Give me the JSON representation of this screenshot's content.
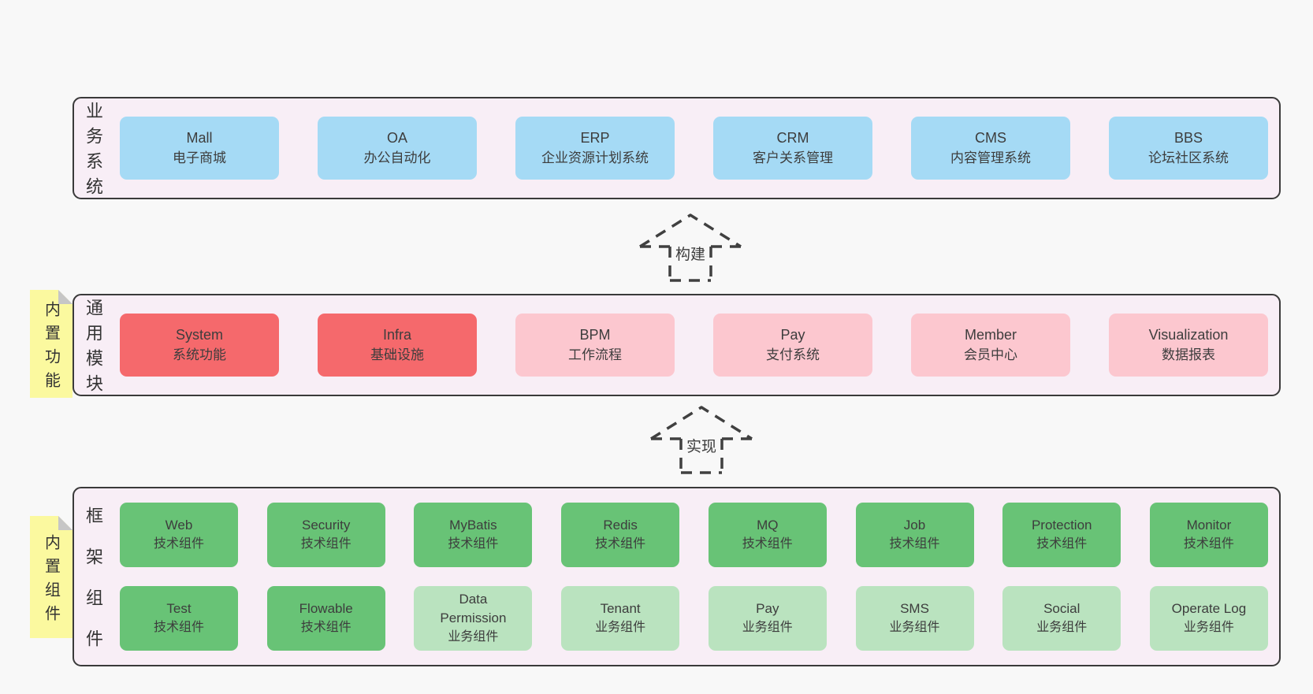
{
  "palette": {
    "page_bg": "#f8f8f8",
    "panel_bg": "#f8eef6",
    "panel_border": "#3a3a3a",
    "blue_box": "#a5daf5",
    "red_box": "#f5696c",
    "pink_box": "#fcc7cf",
    "green_box": "#68c376",
    "light_green_box": "#bae3bf",
    "sticky_note_yellow": "#fbf99f",
    "sticky_fold_gray": "#c6c6c6",
    "text": "#3d3d3d"
  },
  "arrows": {
    "build": {
      "label": "构建"
    },
    "implement": {
      "label": "实现"
    }
  },
  "business": {
    "label": "业务系统",
    "boxes": [
      {
        "title": "Mall",
        "subtitle": "电子商城",
        "variant": "blue"
      },
      {
        "title": "OA",
        "subtitle": "办公自动化",
        "variant": "blue"
      },
      {
        "title": "ERP",
        "subtitle": "企业资源计划系统",
        "variant": "blue"
      },
      {
        "title": "CRM",
        "subtitle": "客户关系管理",
        "variant": "blue"
      },
      {
        "title": "CMS",
        "subtitle": "内容管理系统",
        "variant": "blue"
      },
      {
        "title": "BBS",
        "subtitle": "论坛社区系统",
        "variant": "blue"
      }
    ]
  },
  "modules": {
    "label": "通用模块",
    "tab": "内置功能",
    "boxes": [
      {
        "title": "System",
        "subtitle": "系统功能",
        "variant": "red"
      },
      {
        "title": "Infra",
        "subtitle": "基础设施",
        "variant": "red"
      },
      {
        "title": "BPM",
        "subtitle": "工作流程",
        "variant": "pink"
      },
      {
        "title": "Pay",
        "subtitle": "支付系统",
        "variant": "pink"
      },
      {
        "title": "Member",
        "subtitle": "会员中心",
        "variant": "pink"
      },
      {
        "title": "Visualization",
        "subtitle": "数据报表",
        "variant": "pink"
      }
    ]
  },
  "framework": {
    "label": "框架组件",
    "tab": "内置组件",
    "row1": [
      {
        "title": "Web",
        "subtitle": "技术组件",
        "variant": "green"
      },
      {
        "title": "Security",
        "subtitle": "技术组件",
        "variant": "green"
      },
      {
        "title": "MyBatis",
        "subtitle": "技术组件",
        "variant": "green"
      },
      {
        "title": "Redis",
        "subtitle": "技术组件",
        "variant": "green"
      },
      {
        "title": "MQ",
        "subtitle": "技术组件",
        "variant": "green"
      },
      {
        "title": "Job",
        "subtitle": "技术组件",
        "variant": "green"
      },
      {
        "title": "Protection",
        "subtitle": "技术组件",
        "variant": "green"
      },
      {
        "title": "Monitor",
        "subtitle": "技术组件",
        "variant": "green"
      }
    ],
    "row2": [
      {
        "title": "Test",
        "subtitle": "技术组件",
        "variant": "green"
      },
      {
        "title": "Flowable",
        "subtitle": "技术组件",
        "variant": "green"
      },
      {
        "title": "Data Permission",
        "subtitle": "业务组件",
        "variant": "green-light"
      },
      {
        "title": "Tenant",
        "subtitle": "业务组件",
        "variant": "green-light"
      },
      {
        "title": "Pay",
        "subtitle": "业务组件",
        "variant": "green-light"
      },
      {
        "title": "SMS",
        "subtitle": "业务组件",
        "variant": "green-light"
      },
      {
        "title": "Social",
        "subtitle": "业务组件",
        "variant": "green-light"
      },
      {
        "title": "Operate Log",
        "subtitle": "业务组件",
        "variant": "green-light"
      }
    ]
  }
}
